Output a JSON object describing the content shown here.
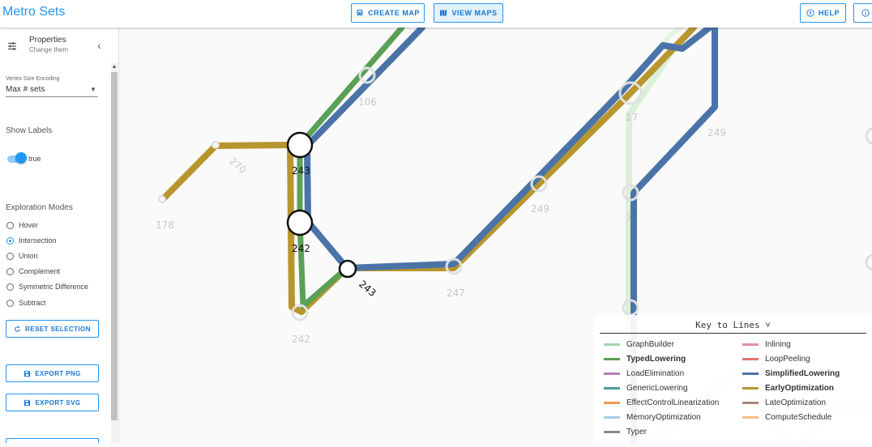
{
  "app": {
    "title": "Metro Sets"
  },
  "toolbar": {
    "create_map": "CREATE MAP",
    "view_maps": "VIEW MAPS",
    "help": "HELP"
  },
  "sidebar": {
    "title": "Properties",
    "subtitle": "Change them",
    "vertex_label": "Vertex Size Encoding",
    "vertex_value": "Max # sets",
    "show_labels": "Show Labels",
    "toggle_value": "true",
    "modes_label": "Exploration Modes",
    "modes": [
      "Hover",
      "Intersection",
      "Union",
      "Complement",
      "Symmetric Difference",
      "Subtract"
    ],
    "selected_mode": "Intersection",
    "reset_button": "RESET SELECTION",
    "export_png": "EXPORT PNG",
    "export_svg": "EXPORT SVG"
  },
  "map": {
    "labels": [
      {
        "text": "178",
        "style": "faded"
      },
      {
        "text": "270",
        "style": "faded"
      },
      {
        "text": "243",
        "style": "dark"
      },
      {
        "text": "242",
        "style": "dark"
      },
      {
        "text": "243",
        "style": "dark"
      },
      {
        "text": "242",
        "style": "faded"
      },
      {
        "text": "247",
        "style": "faded"
      },
      {
        "text": "249",
        "style": "faded"
      },
      {
        "text": "106",
        "style": "faded"
      },
      {
        "text": "17",
        "style": "faded"
      },
      {
        "text": "249",
        "style": "faded"
      },
      {
        "text": "7",
        "style": "faded"
      }
    ]
  },
  "legend": {
    "title": "Key to Lines ˅",
    "items": [
      {
        "label": "GraphBuilder",
        "color": "#a5d6a7",
        "bold": false
      },
      {
        "label": "Inlining",
        "color": "#e091a8",
        "bold": false
      },
      {
        "label": "TypedLowering",
        "color": "#5aa055",
        "bold": true
      },
      {
        "label": "LoopPeeling",
        "color": "#e57373",
        "bold": false
      },
      {
        "label": "LoadElimination",
        "color": "#b583b5",
        "bold": false
      },
      {
        "label": "SimplifiedLowering",
        "color": "#4a74a8",
        "bold": true
      },
      {
        "label": "GenericLowering",
        "color": "#4c9b9b",
        "bold": false
      },
      {
        "label": "EarlyOptimization",
        "color": "#b8962e",
        "bold": true
      },
      {
        "label": "EffectControlLinearization",
        "color": "#f29b54",
        "bold": false
      },
      {
        "label": "LateOptimization",
        "color": "#a88878",
        "bold": false
      },
      {
        "label": "MemoryOptimization",
        "color": "#a9cde0",
        "bold": false
      },
      {
        "label": "ComputeSchedule",
        "color": "#f4c08a",
        "bold": false
      },
      {
        "label": "Typer",
        "color": "#888888",
        "bold": false
      }
    ]
  },
  "colors": {
    "accent": "#2196f3",
    "green": "#5aa055",
    "blue": "#4a74a8",
    "gold": "#b8962e",
    "light_green": "#dcefd8",
    "light_blue": "#d7e3ef"
  }
}
